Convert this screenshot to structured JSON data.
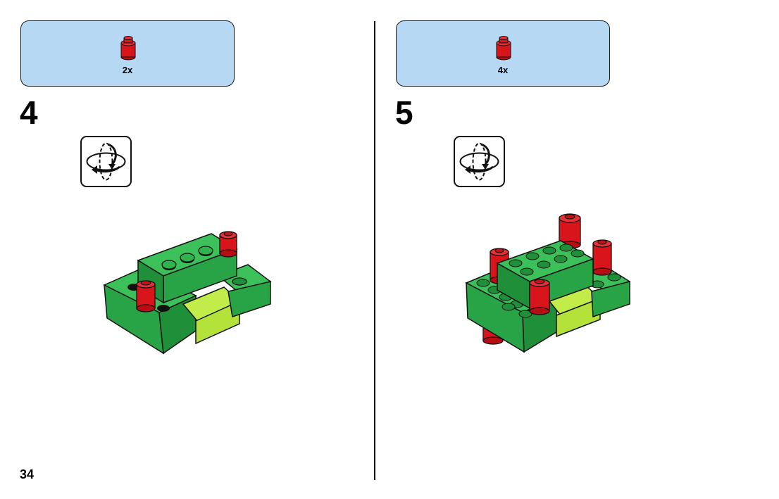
{
  "page": {
    "number": "34"
  },
  "steps": [
    {
      "number": "4",
      "parts": [
        {
          "name": "red-round-brick-1x1",
          "quantity": "2x",
          "color": "#d8151a"
        }
      ],
      "rotate_icon": "rotate-model-icon"
    },
    {
      "number": "5",
      "parts": [
        {
          "name": "red-round-brick-1x1",
          "quantity": "4x",
          "color": "#d8151a"
        }
      ],
      "rotate_icon": "rotate-model-icon"
    }
  ],
  "colors": {
    "parts_box": "#b6d8f3",
    "brick_green": "#2fb34f",
    "brick_lime": "#b4e23a",
    "brick_red": "#d8151a"
  }
}
